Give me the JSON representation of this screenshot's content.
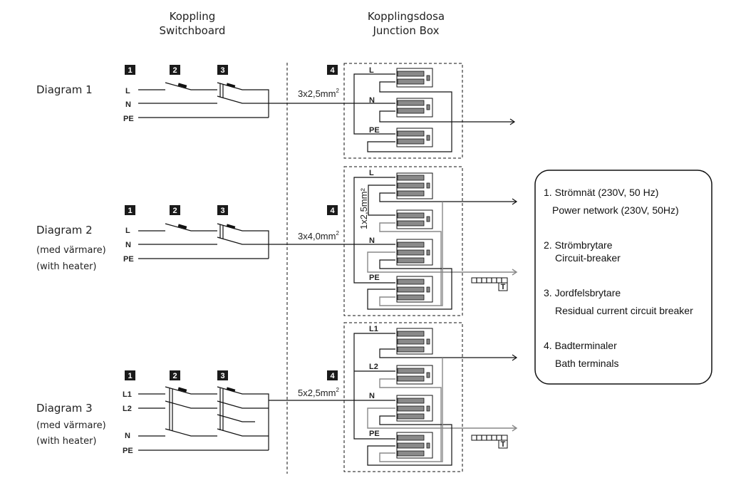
{
  "headers": {
    "switchboard": [
      "Koppling",
      "Switchboard"
    ],
    "junction": [
      "Kopplingsdosa",
      "Junction Box"
    ]
  },
  "markers": [
    "1",
    "2",
    "3",
    "4"
  ],
  "diagrams": [
    {
      "title": "Diagram 1",
      "subtitle": [],
      "wires": [
        "L",
        "N",
        "PE"
      ],
      "cable": "3x2,5mm",
      "cable_sup": "2",
      "terminal_labels": [
        "L",
        "N",
        "PE"
      ]
    },
    {
      "title": "Diagram 2",
      "subtitle": [
        "(med värmare)",
        "(with heater)"
      ],
      "wires": [
        "L",
        "N",
        "PE"
      ],
      "cable": "3x4,0mm",
      "cable_sup": "2",
      "inner_cable": "1x2,5mm²",
      "terminal_labels": [
        "L",
        "N",
        "PE"
      ]
    },
    {
      "title": "Diagram 3",
      "subtitle": [
        "(med värmare)",
        "(with heater)"
      ],
      "wires": [
        "L1",
        "L2",
        "N",
        "PE"
      ],
      "cable": "5x2,5mm",
      "cable_sup": "2",
      "terminal_labels": [
        "L1",
        "L2",
        "N",
        "PE"
      ]
    }
  ],
  "heater_label": "T",
  "legend": [
    {
      "num": "1.",
      "sv": "Strömnät (230V, 50 Hz)",
      "en": "Power network (230V, 50Hz)"
    },
    {
      "num": "2.",
      "sv": "Strömbrytare",
      "en": "Circuit-breaker"
    },
    {
      "num": "3.",
      "sv": "Jordfelsbrytare",
      "en": "Residual current circuit breaker"
    },
    {
      "num": "4.",
      "sv": "Badterminaler",
      "en": "Bath terminals"
    }
  ]
}
